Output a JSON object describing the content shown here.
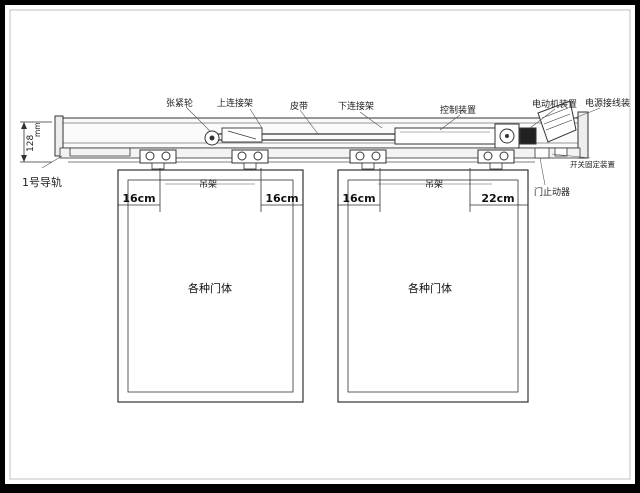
{
  "labels": {
    "tension_pulley": "张紧轮",
    "upper_bracket": "上连接架",
    "belt": "皮带",
    "lower_bracket": "下连接架",
    "controller": "控制装置",
    "motor": "电动机装置",
    "power_box": "电源接线装",
    "switch_mount": "开关固定装置",
    "door_stopper": "门止动器",
    "hanger_left": "吊架",
    "hanger_right": "吊架",
    "rail": "1号导轨",
    "height": "128",
    "height_unit": "mm",
    "door_left": "各种门体",
    "door_right": "各种门体"
  },
  "dimensions": {
    "left_door_left": "16cm",
    "left_door_right": "16cm",
    "right_door_left": "16cm",
    "right_door_right": "22cm"
  },
  "colors": {
    "background": "#000000",
    "paper": "#ffffff",
    "line": "#333333",
    "door_fill": "#ffffff"
  }
}
